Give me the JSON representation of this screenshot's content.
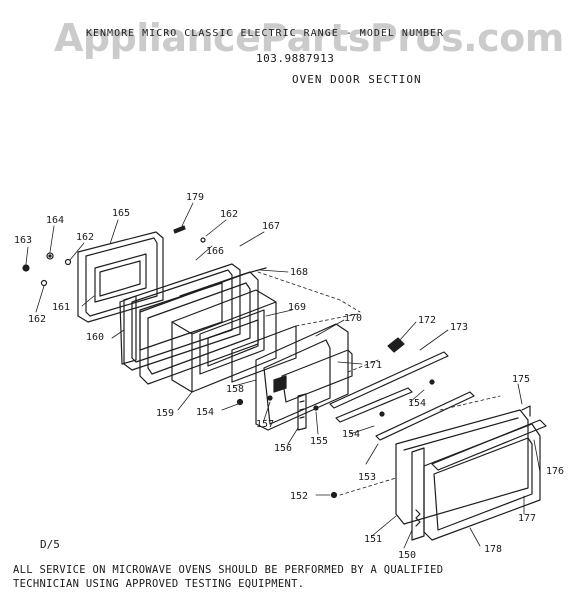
{
  "header": {
    "watermark": "AppliancePartsPros.com",
    "title": "KENMORE MICRO CLASSIC ELECTRIC RANGE - MODEL NUMBER",
    "model_number": "103.9887913",
    "section": "OVEN DOOR SECTION"
  },
  "diagram": {
    "callouts": [
      "179",
      "164",
      "165",
      "162",
      "163",
      "162",
      "167",
      "166",
      "168",
      "161",
      "162",
      "160",
      "169",
      "170",
      "172",
      "173",
      "158",
      "171",
      "159",
      "154",
      "157",
      "156",
      "155",
      "154",
      "175",
      "154",
      "176",
      "153",
      "152",
      "177",
      "151",
      "150",
      "178"
    ]
  },
  "footer": {
    "code": "D/5",
    "note_line1": "ALL SERVICE ON MICROWAVE OVENS SHOULD BE PERFORMED BY A QUALIFIED",
    "note_line2": "TECHNICIAN USING APPROVED TESTING EQUIPMENT."
  }
}
